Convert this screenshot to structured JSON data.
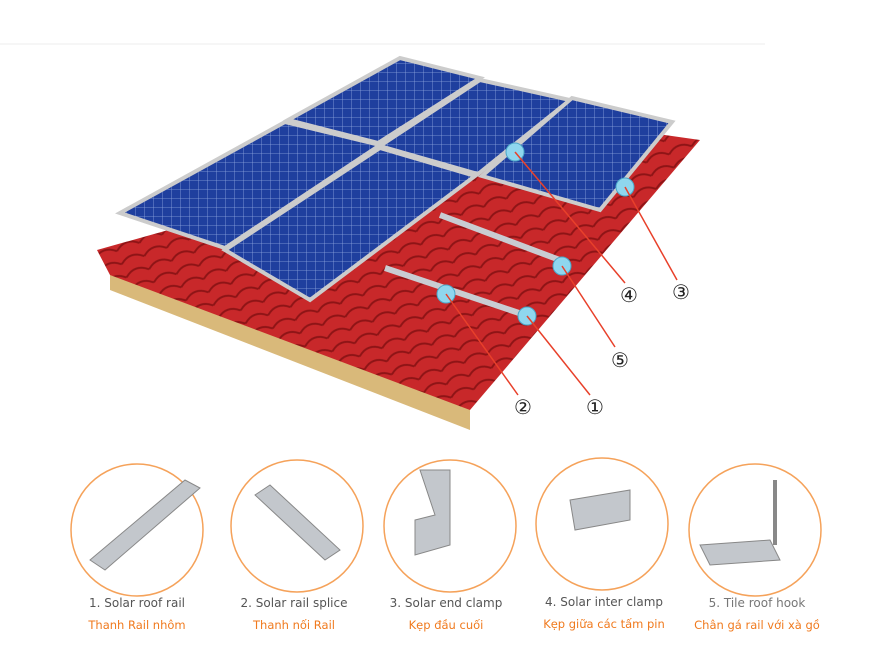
{
  "callouts": [
    "①",
    "②",
    "③",
    "④",
    "⑤"
  ],
  "colors": {
    "panel": "#1f3f9e",
    "roof": "#c8282a",
    "accent": "#f07a1e",
    "leader": "#e8402a"
  },
  "components": [
    {
      "label": "1.  Solar roof rail",
      "vi": "Thanh Rail nhôm",
      "icon": "rail-icon"
    },
    {
      "label": "2. Solar rail splice",
      "vi": "Thanh nối Rail",
      "icon": "splice-icon"
    },
    {
      "label": "3. Solar end clamp",
      "vi": "Kẹp đầu cuối",
      "icon": "end-clamp-icon"
    },
    {
      "label": "4. Solar inter clamp",
      "vi": "Kẹp giữa các tấm pin",
      "icon": "inter-clamp-icon"
    },
    {
      "label": "5. Tile roof hook",
      "vi": "Chân gá rail với xà gồ",
      "icon": "tile-hook-icon"
    }
  ]
}
